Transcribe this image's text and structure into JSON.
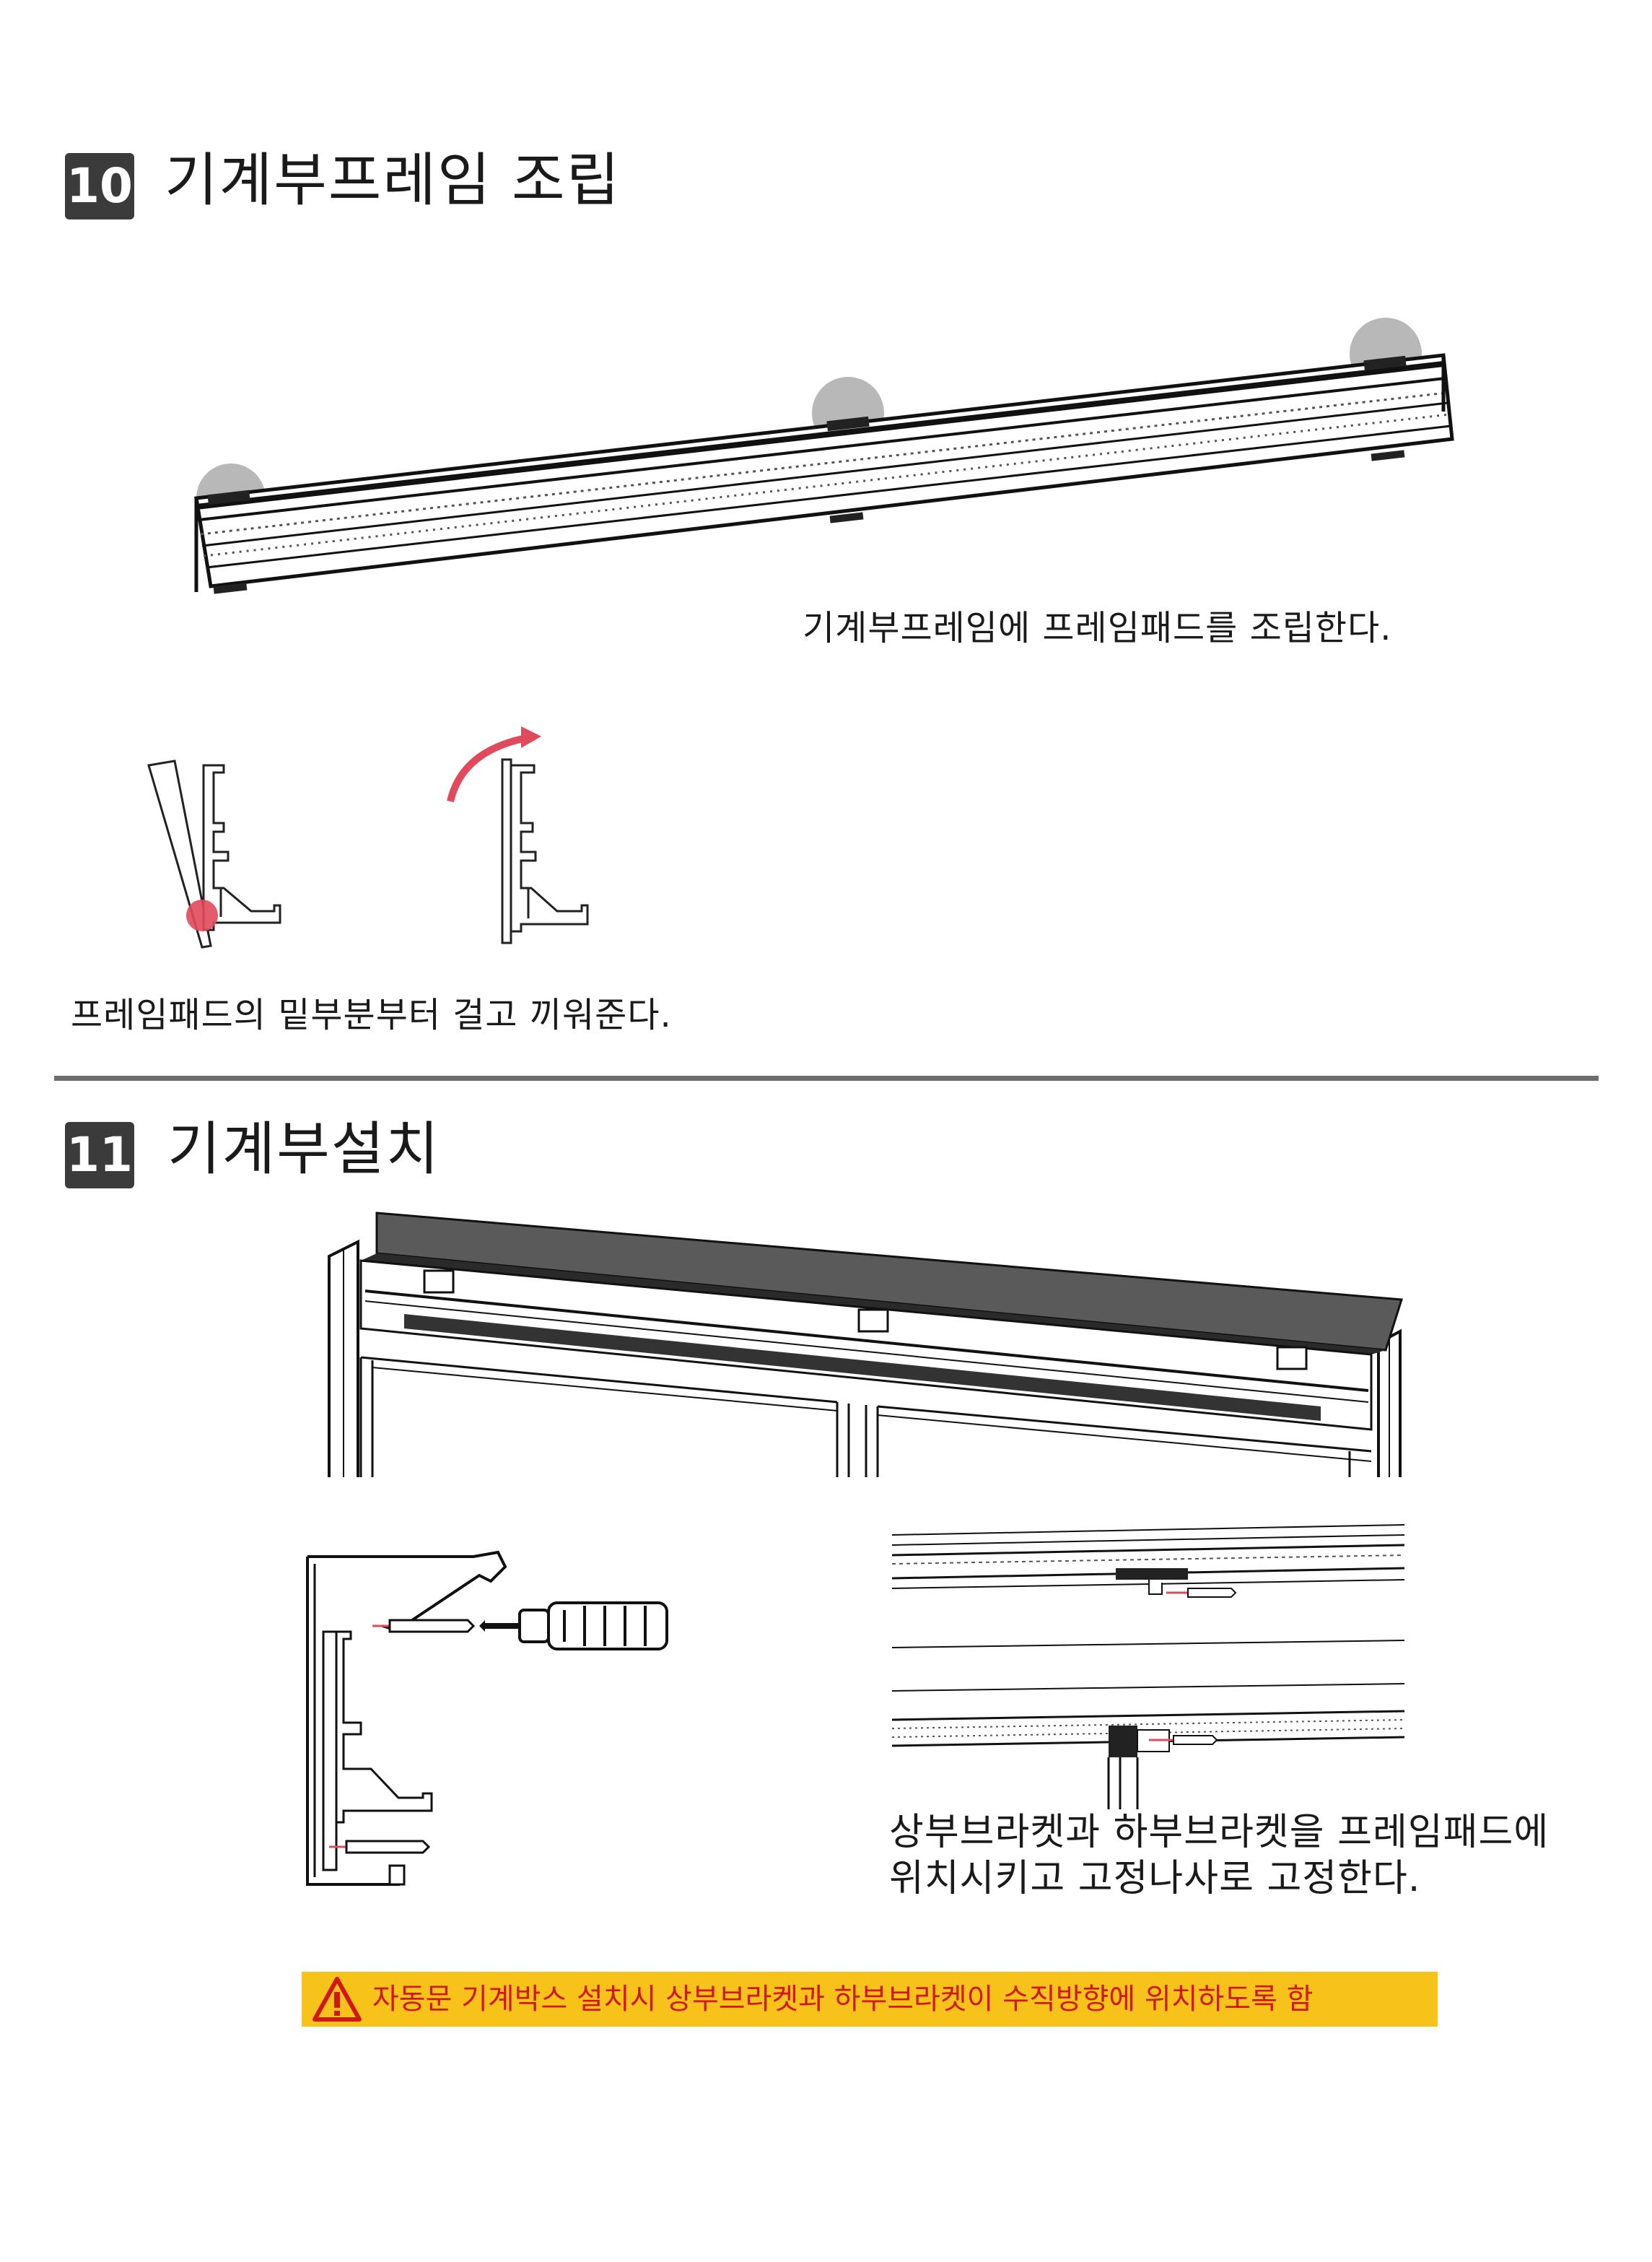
{
  "section10": {
    "number": "10",
    "title": "기계부프레임 조립",
    "caption_top": "기계부프레임에 프레임패드를 조립한다.",
    "caption_bottom": "프레임패드의 밑부분부터 걸고 끼워준다."
  },
  "section11": {
    "number": "11",
    "title": "기계부설치",
    "caption_line1": "상부브라켓과 하부브라켓을 프레임패드에",
    "caption_line2": "위치시키고 고정나사로 고정한다."
  },
  "warning": {
    "icon": "warning-triangle-icon",
    "text": "자동문 기계박스 설치시 상부브라켓과 하부브라켓이 수직방향에 위치하도록 함"
  },
  "colors": {
    "badge": "#3b3b3b",
    "divider": "#6e6e6e",
    "warning_bg": "#f7c21a",
    "warning_text": "#d01818",
    "highlight_red": "#e14a5c"
  }
}
